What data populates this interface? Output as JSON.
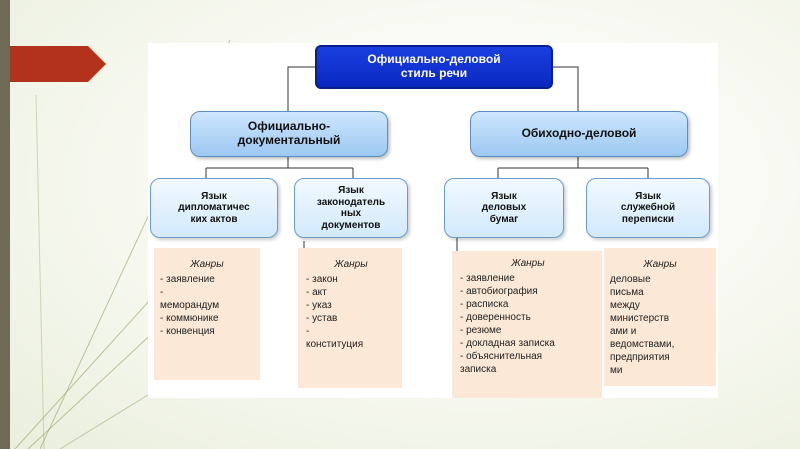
{
  "diagram": {
    "root": "Официально-деловой\nстиль речи",
    "branches": [
      {
        "label": "Официально-\nдокументальный",
        "leaves": [
          {
            "label": "Язык\nдипломатичес\nких актов",
            "genres_title": "Жанры",
            "genres": [
              "- заявление",
              "-",
              "меморандум",
              "- коммюнике",
              "- конвенция"
            ]
          },
          {
            "label": "Язык\nзаконодатель\nных\nдокументов",
            "genres_title": "Жанры",
            "genres": [
              "- закон",
              "- акт",
              "- указ",
              "- устав",
              "-",
              "конституция"
            ]
          }
        ]
      },
      {
        "label": "Обиходно-деловой",
        "leaves": [
          {
            "label": "Язык\nделовых\nбумаг",
            "genres_title": "Жанры",
            "genres": [
              "- заявление",
              "- автобиография",
              "- расписка",
              "- доверенность",
              "- резюме",
              "- докладная записка",
              "- объяснительная",
              "записка"
            ]
          },
          {
            "label": "Язык\nслужебной\nпереписки",
            "genres_title": "Жанры",
            "genres": [
              "деловые",
              "письма",
              "между",
              "министерств",
              "ами и",
              "ведомствами,",
              "предприятия",
              "ми"
            ]
          }
        ]
      }
    ]
  },
  "colors": {
    "root_fill": "#0a28c0",
    "branch_fill": "#9cc8f0",
    "leaf_fill": "#d2e9fb",
    "genre_fill": "#fbe8d6",
    "accent_arrow": "#b3321c"
  }
}
